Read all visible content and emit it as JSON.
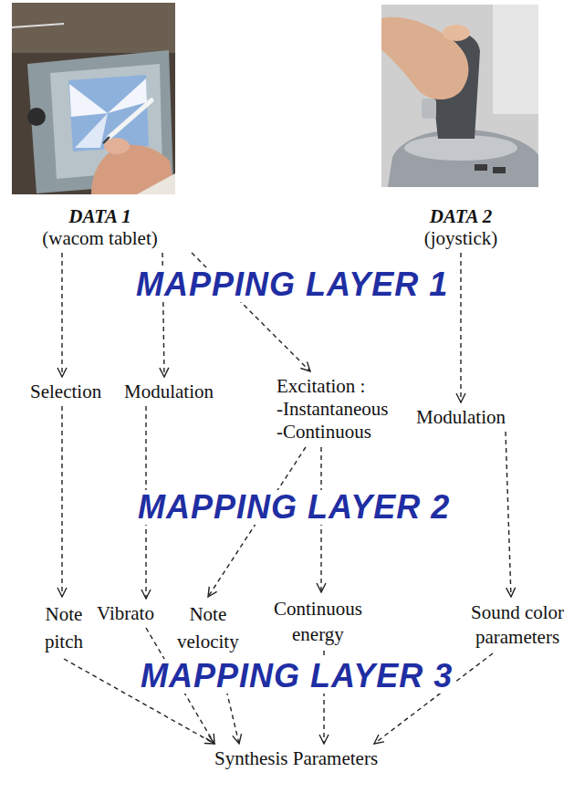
{
  "diagram": {
    "nodes": [
      {
        "text": [
          "DATA 1",
          "(wacom tablet)"
        ]
      },
      {
        "text": [
          "DATA 2",
          "(joystick)"
        ]
      },
      {
        "text": [
          "Selection"
        ]
      },
      {
        "text": [
          "Modulation"
        ]
      },
      {
        "text": [
          "Excitation :",
          "-Instantaneous",
          "-Continuous"
        ]
      },
      {
        "text": [
          "Modulation"
        ]
      },
      {
        "text": [
          "Note pitch"
        ]
      },
      {
        "text": [
          "Vibrato"
        ]
      },
      {
        "text": [
          "Note velocity"
        ]
      },
      {
        "text": [
          "Continuous energy"
        ]
      },
      {
        "text": [
          "Sound color parameters"
        ]
      },
      {
        "text": [
          "Synthesis Parameters"
        ]
      }
    ],
    "edges": [
      {
        "from": 0,
        "to": 2,
        "arrow": "to"
      },
      {
        "from": 0,
        "to": 3,
        "arrow": "to"
      },
      {
        "from": 0,
        "to": 4,
        "arrow": "to"
      },
      {
        "from": 1,
        "to": 5,
        "arrow": "to"
      },
      {
        "from": 2,
        "to": 6,
        "arrow": "to"
      },
      {
        "from": 3,
        "to": 7,
        "arrow": "to"
      },
      {
        "from": 4,
        "to": 8,
        "arrow": "to"
      },
      {
        "from": 4,
        "to": 9,
        "arrow": "to"
      },
      {
        "from": 5,
        "to": 10,
        "arrow": "to"
      },
      {
        "from": 6,
        "to": 11,
        "arrow": "to"
      },
      {
        "from": 7,
        "to": 11,
        "arrow": "to"
      },
      {
        "from": 8,
        "to": 11,
        "arrow": "to"
      },
      {
        "from": 9,
        "to": 11,
        "arrow": "to"
      },
      {
        "from": 10,
        "to": 11,
        "arrow": "to"
      }
    ],
    "labels": [
      "MAPPING LAYER 1",
      "MAPPING LAYER 2",
      "MAPPING LAYER 3"
    ]
  }
}
